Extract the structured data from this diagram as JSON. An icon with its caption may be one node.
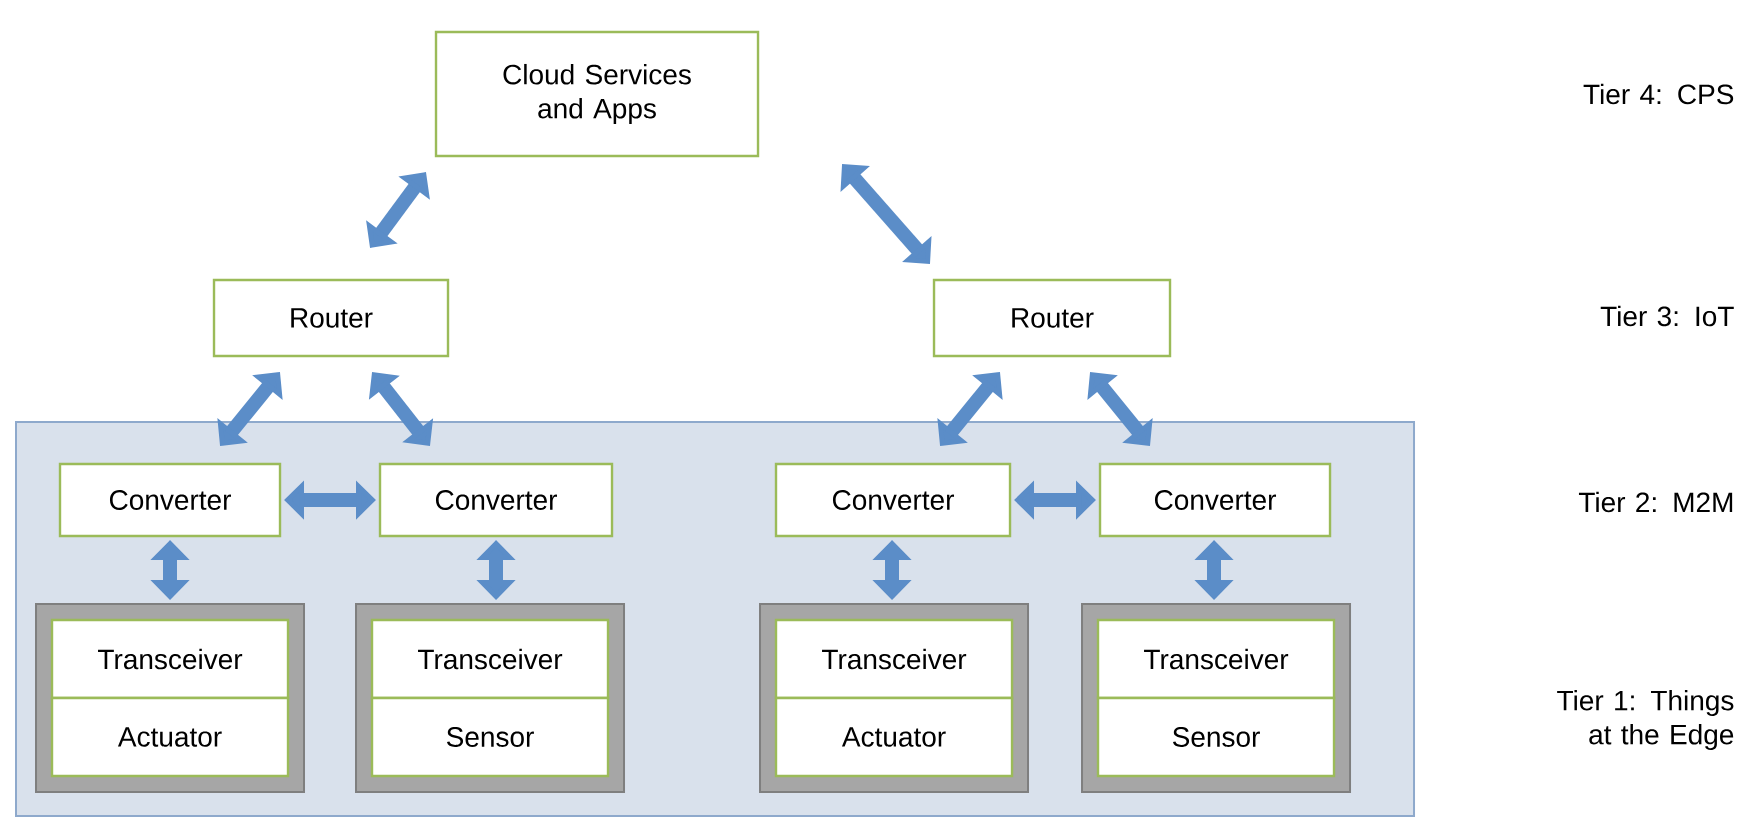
{
  "diagram": {
    "nodes": [
      {
        "text": [
          "Cloud Services and Apps"
        ]
      },
      {
        "text": [
          "Router"
        ]
      },
      {
        "text": [
          "Router"
        ]
      },
      {
        "text": [],
        "shape": "box"
      },
      {
        "text": [
          "Converter"
        ],
        "in": 3
      },
      {
        "text": [
          "Converter"
        ],
        "in": 3
      },
      {
        "text": [
          "Converter"
        ],
        "in": 3
      },
      {
        "text": [
          "Converter"
        ],
        "in": 3
      },
      {
        "text": [
          "Transceiver",
          "Actuator"
        ],
        "in": 3
      },
      {
        "text": [
          "Transceiver",
          "Sensor"
        ],
        "in": 3
      },
      {
        "text": [
          "Transceiver",
          "Actuator"
        ],
        "in": 3
      },
      {
        "text": [
          "Transceiver",
          "Sensor"
        ],
        "in": 3
      }
    ],
    "edges": [
      {
        "from": 0,
        "to": 1,
        "arrow": "both"
      },
      {
        "from": 0,
        "to": 2,
        "arrow": "both"
      },
      {
        "from": 1,
        "to": 4,
        "arrow": "both"
      },
      {
        "from": 1,
        "to": 5,
        "arrow": "both"
      },
      {
        "from": 2,
        "to": 6,
        "arrow": "both"
      },
      {
        "from": 2,
        "to": 7,
        "arrow": "both"
      },
      {
        "from": 4,
        "to": 5,
        "arrow": "both"
      },
      {
        "from": 6,
        "to": 7,
        "arrow": "both"
      },
      {
        "from": 4,
        "to": 8,
        "arrow": "both"
      },
      {
        "from": 5,
        "to": 9,
        "arrow": "both"
      },
      {
        "from": 6,
        "to": 10,
        "arrow": "both"
      },
      {
        "from": 7,
        "to": 11,
        "arrow": "both"
      }
    ],
    "labels": [
      "Tier 4: CPS",
      "Tier 3: IoT",
      "Tier 2: M2M",
      "Tier 1: Things at the Edge"
    ]
  }
}
